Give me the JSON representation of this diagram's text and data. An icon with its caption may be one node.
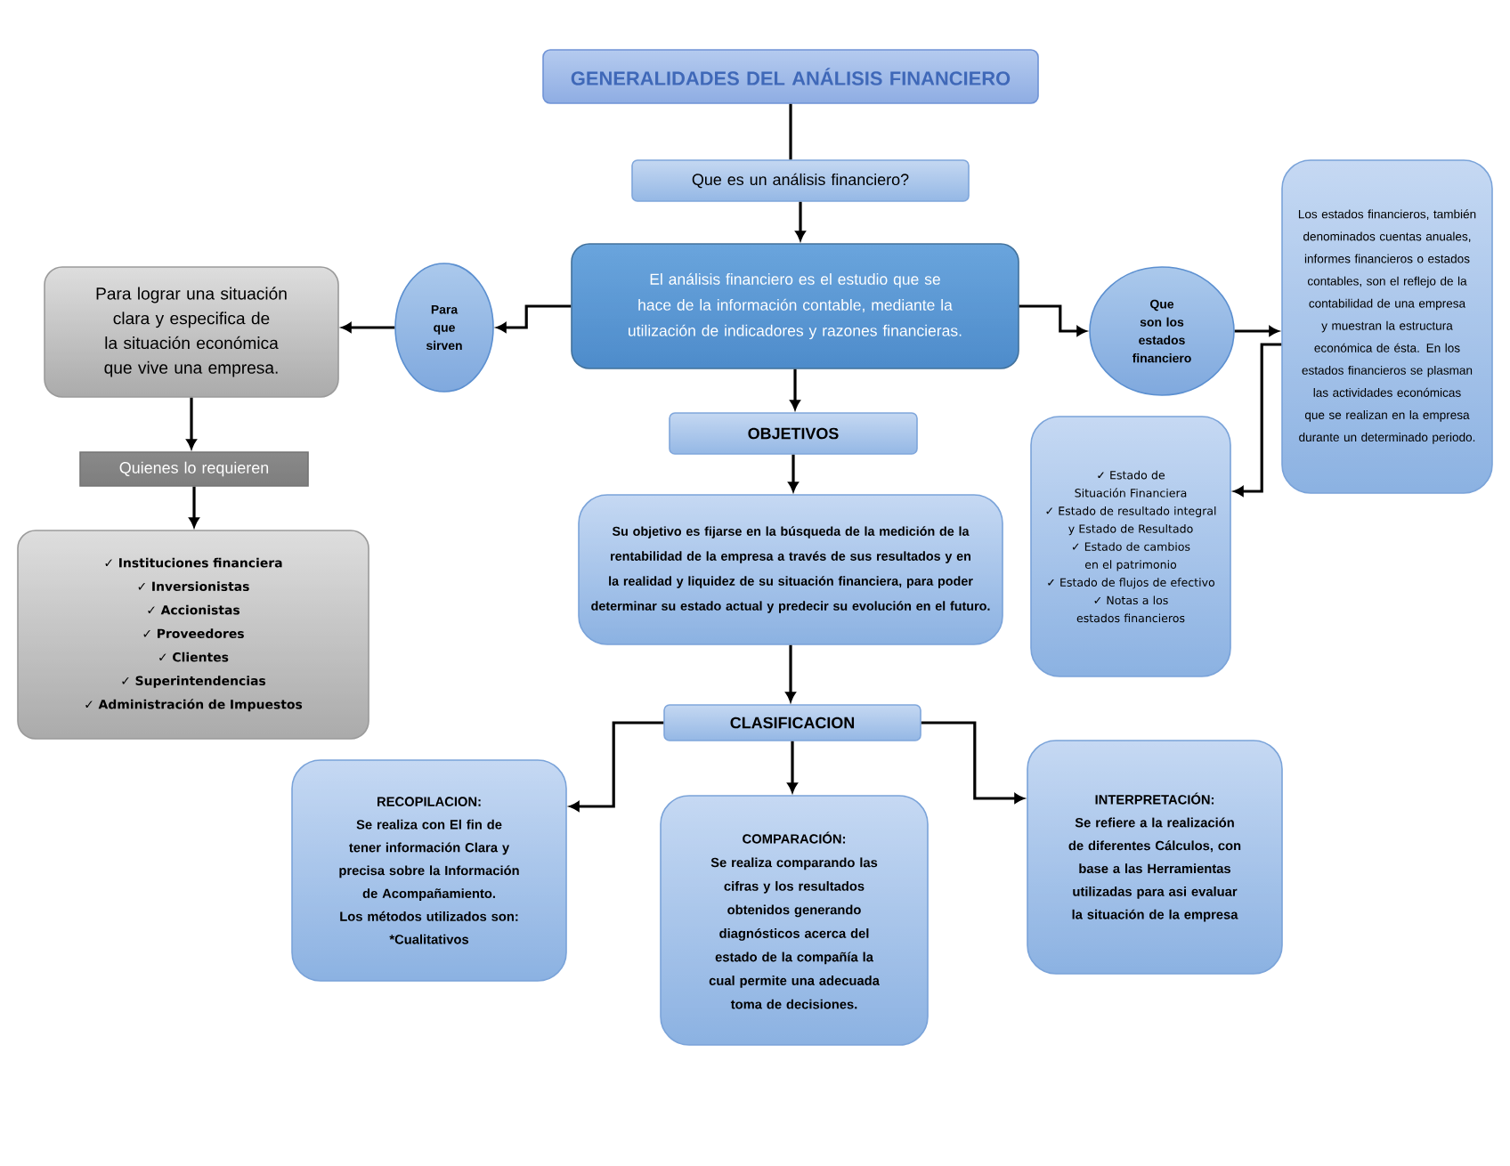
{
  "diagram": {
    "nodes": [
      {
        "text": [
          "GENERALIDADES DEL ANÁLISIS FINANCIERO"
        ]
      },
      {
        "text": [
          "Que es un análisis financiero?"
        ]
      },
      {
        "text": [
          "El análisis financiero es el estudio que se hace de la información contable, mediante la utilización de indicadores y razones financieras."
        ]
      },
      {
        "text": [
          "Para que sirven"
        ]
      },
      {
        "text": [
          "Para lograr una situación clara y especifica de la situación económica que vive una empresa."
        ]
      },
      {
        "text": [
          "Quienes lo requieren"
        ]
      },
      {
        "text": [
          "✓ Instituciones financiera",
          "✓ Inversionistas",
          "✓ Accionistas",
          "✓ Proveedores",
          "✓ Clientes",
          "✓ Superintendencias",
          "✓ Administración de Impuestos"
        ]
      },
      {
        "text": [
          "Que son los estados financiero"
        ]
      },
      {
        "text": [
          "Los estados financieros, también denominados cuentas anuales, informes financieros o estados contables, son el reflejo de la contabilidad de una empresa y muestran la estructura económica de ésta. En los estados financieros se plasman las actividades económicas que se realizan en la empresa durante un determinado periodo."
        ]
      },
      {
        "text": [
          "✓ Estado de Situación Financiera",
          "✓ Estado de resultado integral y Estado de Resultado",
          "✓ Estado de cambios en el patrimonio",
          "✓ Estado de flujos de efectivo",
          "✓ Notas a los estados financieros"
        ]
      },
      {
        "text": [
          "OBJETIVOS"
        ]
      },
      {
        "text": [
          "Su objetivo es fijarse en la búsqueda de la medición de la rentabilidad de la empresa a través de sus resultados y en la realidad y liquidez de su situación financiera, para poder determinar su estado actual y predecir su evolución en el futuro."
        ]
      },
      {
        "text": [
          "CLASIFICACION"
        ]
      },
      {
        "text": [
          "RECOPILACION:",
          "Se realiza con El fin de tener información Clara y precisa sobre la Información de Acompañamiento.",
          "Los métodos utilizados son:",
          "*Cualitativos"
        ]
      },
      {
        "text": [
          "COMPARACIÓN:",
          "Se realiza comparando las cifras y los resultados obtenidos generando diagnósticos acerca del estado de la compañía la cual permite una adecuada toma de decisiones."
        ]
      },
      {
        "text": [
          "INTERPRETACIÓN:",
          "Se refiere a la realización de diferentes Cálculos, con base a las Herramientas utilizadas para asi evaluar la situación de la empresa"
        ]
      }
    ],
    "edges": [
      {
        "from": 0,
        "to": 1,
        "arrow": "none"
      },
      {
        "from": 1,
        "to": 2,
        "arrow": "to"
      },
      {
        "from": 2,
        "to": 3,
        "arrow": "to"
      },
      {
        "from": 3,
        "to": 4,
        "arrow": "to"
      },
      {
        "from": 4,
        "to": 5,
        "arrow": "to"
      },
      {
        "from": 5,
        "to": 6,
        "arrow": "to"
      },
      {
        "from": 2,
        "to": 7,
        "arrow": "to"
      },
      {
        "from": 7,
        "to": 8,
        "arrow": "to"
      },
      {
        "from": 8,
        "to": 9,
        "arrow": "to"
      },
      {
        "from": 2,
        "to": 10,
        "arrow": "to"
      },
      {
        "from": 10,
        "to": 11,
        "arrow": "to"
      },
      {
        "from": 11,
        "to": 12,
        "arrow": "to"
      },
      {
        "from": 12,
        "to": 13,
        "arrow": "to"
      },
      {
        "from": 12,
        "to": 14,
        "arrow": "to"
      },
      {
        "from": 12,
        "to": 15,
        "arrow": "to"
      }
    ]
  }
}
